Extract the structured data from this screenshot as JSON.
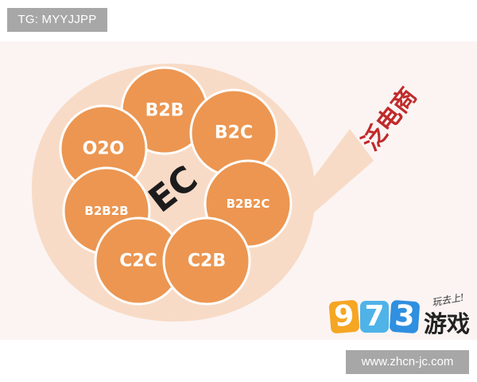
{
  "watermark_top": "TG: MYYJJPP",
  "watermark_bottom": "www.zhcn-jc.com",
  "diagram": {
    "center_label": "EC",
    "side_label": "泛电商",
    "nodes": [
      {
        "label": "B2B"
      },
      {
        "label": "B2C"
      },
      {
        "label": "O2O"
      },
      {
        "label": "B2B2B"
      },
      {
        "label": "B2B2C"
      },
      {
        "label": "C2C"
      },
      {
        "label": "C2B"
      }
    ],
    "colors": {
      "node_fill": "#ec9651",
      "node_stroke": "#ffffff",
      "container_fill": "#f8dbc6",
      "panel_bg": "#fbf4f3",
      "side_text": "#c02a2a"
    }
  },
  "logo": {
    "digits": [
      "9",
      "7",
      "3"
    ],
    "name": "游戏",
    "slogan": "玩去上!",
    "colors": [
      "#f5a623",
      "#4fb3e8",
      "#2f8fe0"
    ]
  }
}
